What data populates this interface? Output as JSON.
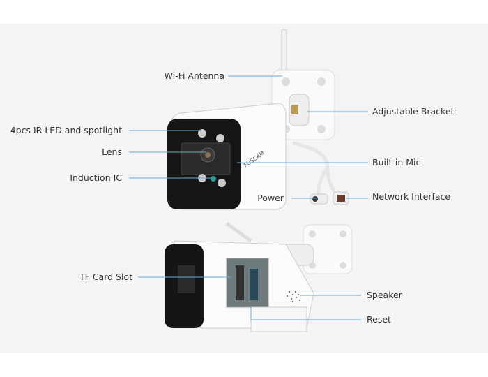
{
  "labels": {
    "wifi_antenna": "Wi-Fi Antenna",
    "adjustable_bracket": "Adjustable Bracket",
    "ir_led": "4pcs IR-LED and spotlight",
    "lens": "Lens",
    "induction_ic": "Induction IC",
    "built_in_mic": "Built-in Mic",
    "power": "Power",
    "network_interface": "Network Interface",
    "tf_card_slot": "TF Card Slot",
    "speaker": "Speaker",
    "reset": "Reset"
  },
  "brand": "FOSCAM",
  "colors": {
    "leader_line": "#6fa8cf",
    "background_band": "#f4f4f4"
  }
}
